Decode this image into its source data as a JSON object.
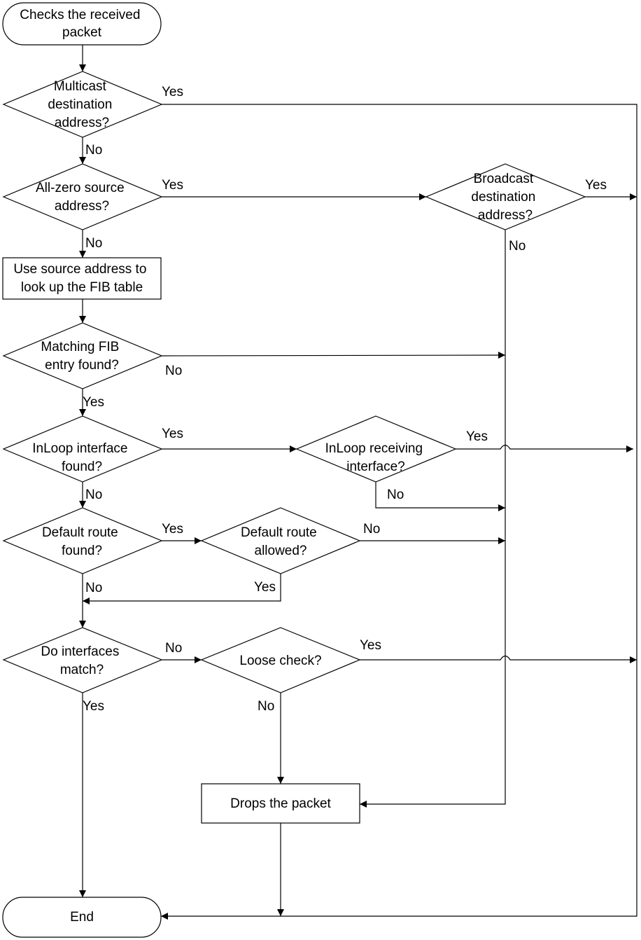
{
  "nodes": {
    "start": [
      "Checks the received",
      "packet"
    ],
    "multicast": [
      "Multicast",
      "destination",
      "address?"
    ],
    "allzero": [
      "All-zero source",
      "address?"
    ],
    "broadcast": [
      "Broadcast",
      "destination",
      "address?"
    ],
    "lookup": [
      "Use source address to",
      "look up the FIB table"
    ],
    "fibfound": [
      "Matching FIB",
      "entry found?"
    ],
    "inloop_found": [
      "InLoop interface",
      "found?"
    ],
    "inloop_recv": [
      "InLoop receiving",
      "interface?"
    ],
    "default_found": [
      "Default route",
      "found?"
    ],
    "default_allowed": [
      "Default route",
      "allowed?"
    ],
    "interfaces_match": [
      "Do interfaces",
      "match?"
    ],
    "loose": [
      "Loose check?"
    ],
    "drop": [
      "Drops the packet"
    ],
    "end": [
      "End"
    ]
  },
  "labels": {
    "yes": "Yes",
    "no": "No"
  }
}
